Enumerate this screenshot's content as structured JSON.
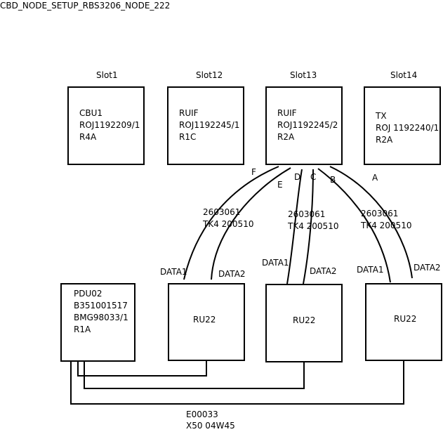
{
  "title": "CBD_NODE_SETUP_RBS3206_NODE_222",
  "slots": [
    {
      "label": "Slot1",
      "text": "CBU1\nROJ1192209/1\nR4A"
    },
    {
      "label": "Slot12",
      "text": "RUIF\nROJ1192245/1\nR1C"
    },
    {
      "label": "Slot13",
      "text": "RUIF\nROJ1192245/2\nR2A"
    },
    {
      "label": "Slot14",
      "text": "TX\nROJ 1192240/1\nR2A"
    }
  ],
  "pdu": {
    "text": "PDU02\nB351001517\nBMG98033/1\nR1A"
  },
  "radio_units": [
    {
      "label": "RU22",
      "port1": "DATA1",
      "port2": "DATA2",
      "cable": "2603061\nTK4 200510"
    },
    {
      "label": "RU22",
      "port1": "DATA1",
      "port2": "DATA2",
      "cable": "2603061\nTK4 200510"
    },
    {
      "label": "RU22",
      "port1": "DATA1",
      "port2": "DATA2",
      "cable": "2603061\nTK4 200510"
    }
  ],
  "port_letters": [
    "F",
    "E",
    "D",
    "C",
    "B",
    "A"
  ],
  "power_cable": {
    "line1": "E00033",
    "line2": "X50 04W45"
  }
}
